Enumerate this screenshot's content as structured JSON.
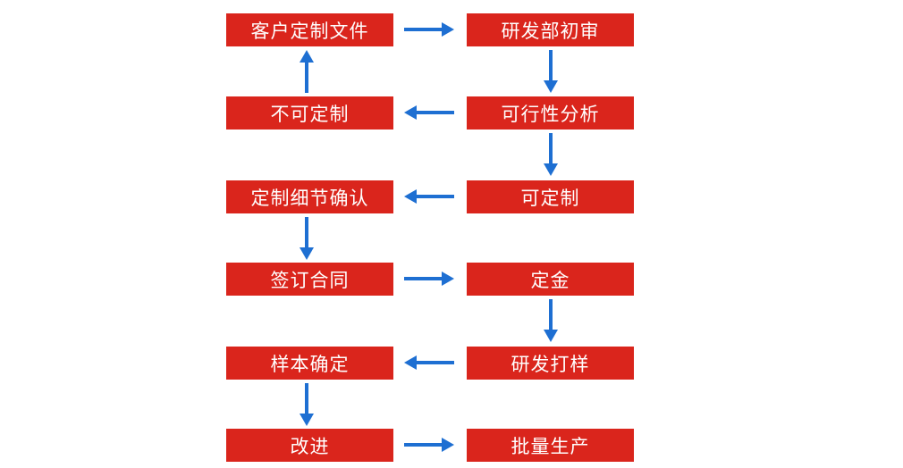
{
  "flowchart": {
    "title": "customization-process-flowchart",
    "colors": {
      "box": "#da251c",
      "arrow": "#1e6fd2",
      "text": "#ffffff",
      "background": "#ffffff"
    },
    "nodes": [
      {
        "id": "customer-custom-file",
        "label": "客户定制文件",
        "column": "left",
        "row": 1
      },
      {
        "id": "rd-initial-review",
        "label": "研发部初审",
        "column": "right",
        "row": 1
      },
      {
        "id": "not-customizable",
        "label": "不可定制",
        "column": "left",
        "row": 2
      },
      {
        "id": "feasibility-analysis",
        "label": "可行性分析",
        "column": "right",
        "row": 2
      },
      {
        "id": "detail-confirmation",
        "label": "定制细节确认",
        "column": "left",
        "row": 3
      },
      {
        "id": "customizable",
        "label": "可定制",
        "column": "right",
        "row": 3
      },
      {
        "id": "sign-contract",
        "label": "签订合同",
        "column": "left",
        "row": 4
      },
      {
        "id": "deposit",
        "label": "定金",
        "column": "right",
        "row": 4
      },
      {
        "id": "sample-confirmed",
        "label": "样本确定",
        "column": "left",
        "row": 5
      },
      {
        "id": "rd-sampling",
        "label": "研发打样",
        "column": "right",
        "row": 5
      },
      {
        "id": "improvement",
        "label": "改进",
        "column": "left",
        "row": 6
      },
      {
        "id": "mass-production",
        "label": "批量生产",
        "column": "right",
        "row": 6
      }
    ],
    "edges": [
      {
        "from": "customer-custom-file",
        "to": "rd-initial-review",
        "direction": "right"
      },
      {
        "from": "rd-initial-review",
        "to": "feasibility-analysis",
        "direction": "down"
      },
      {
        "from": "feasibility-analysis",
        "to": "not-customizable",
        "direction": "left"
      },
      {
        "from": "not-customizable",
        "to": "customer-custom-file",
        "direction": "up"
      },
      {
        "from": "feasibility-analysis",
        "to": "customizable",
        "direction": "down"
      },
      {
        "from": "customizable",
        "to": "detail-confirmation",
        "direction": "left"
      },
      {
        "from": "detail-confirmation",
        "to": "sign-contract",
        "direction": "down"
      },
      {
        "from": "sign-contract",
        "to": "deposit",
        "direction": "right"
      },
      {
        "from": "deposit",
        "to": "rd-sampling",
        "direction": "down"
      },
      {
        "from": "rd-sampling",
        "to": "sample-confirmed",
        "direction": "left"
      },
      {
        "from": "sample-confirmed",
        "to": "improvement",
        "direction": "down"
      },
      {
        "from": "improvement",
        "to": "mass-production",
        "direction": "right"
      }
    ]
  }
}
